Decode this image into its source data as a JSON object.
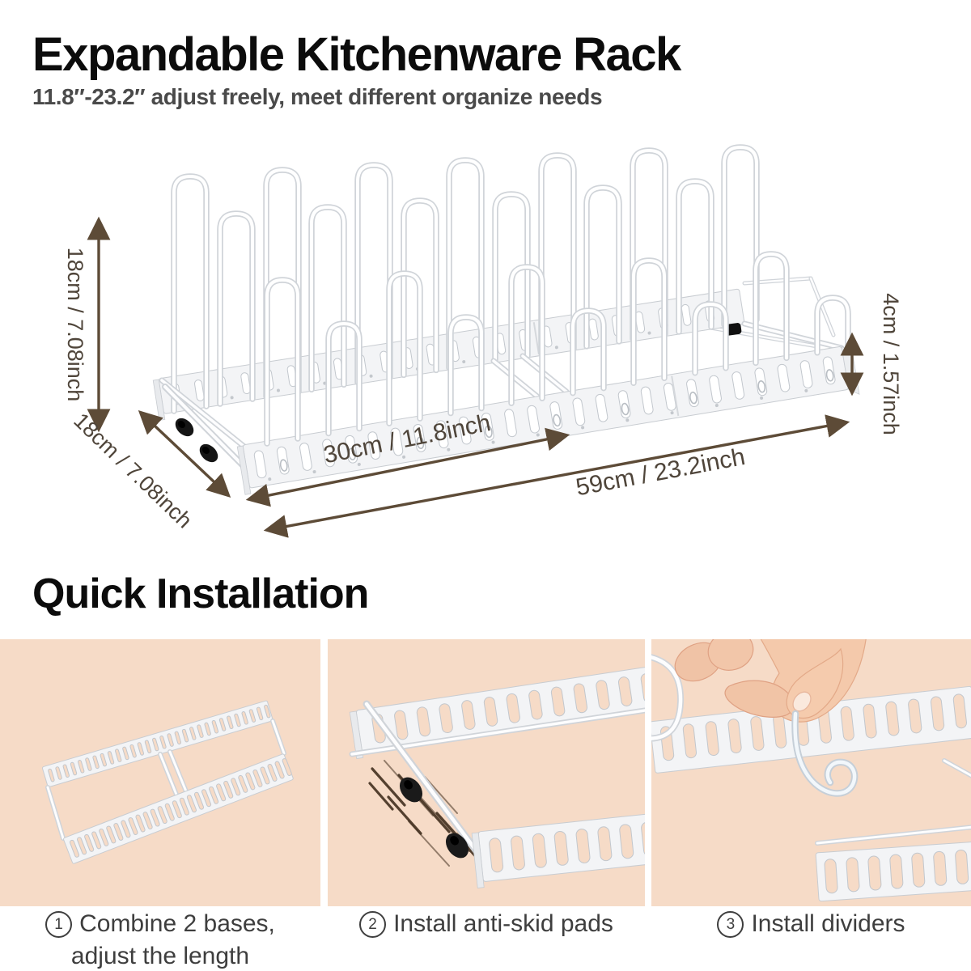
{
  "header": {
    "title": "Expandable Kitchenware Rack",
    "subtitle": "11.8″-23.2″ adjust freely, meet different organize needs"
  },
  "diagram": {
    "height_label": "18cm / 7.08inch",
    "depth_label": "18cm / 7.08inch",
    "rail_height_label": "4cm / 1.57inch",
    "inner_length_label": "30cm / 11.8inch",
    "total_length_label": "59cm / 23.2inch"
  },
  "installation": {
    "title": "Quick Installation",
    "steps": [
      {
        "number": "1",
        "label": "Combine 2 bases,\nadjust the length"
      },
      {
        "number": "2",
        "label": "Install anti-skid pads"
      },
      {
        "number": "3",
        "label": "Install dividers"
      }
    ]
  },
  "colors": {
    "panel_bg": "#f6dbc7",
    "dimension_arrow": "#5d4b37",
    "dimension_text": "#4f453a",
    "caption_text": "#3e3e3e",
    "rack_tube_edge": "#d0d4d9",
    "anti_skid_pad": "#151515"
  }
}
